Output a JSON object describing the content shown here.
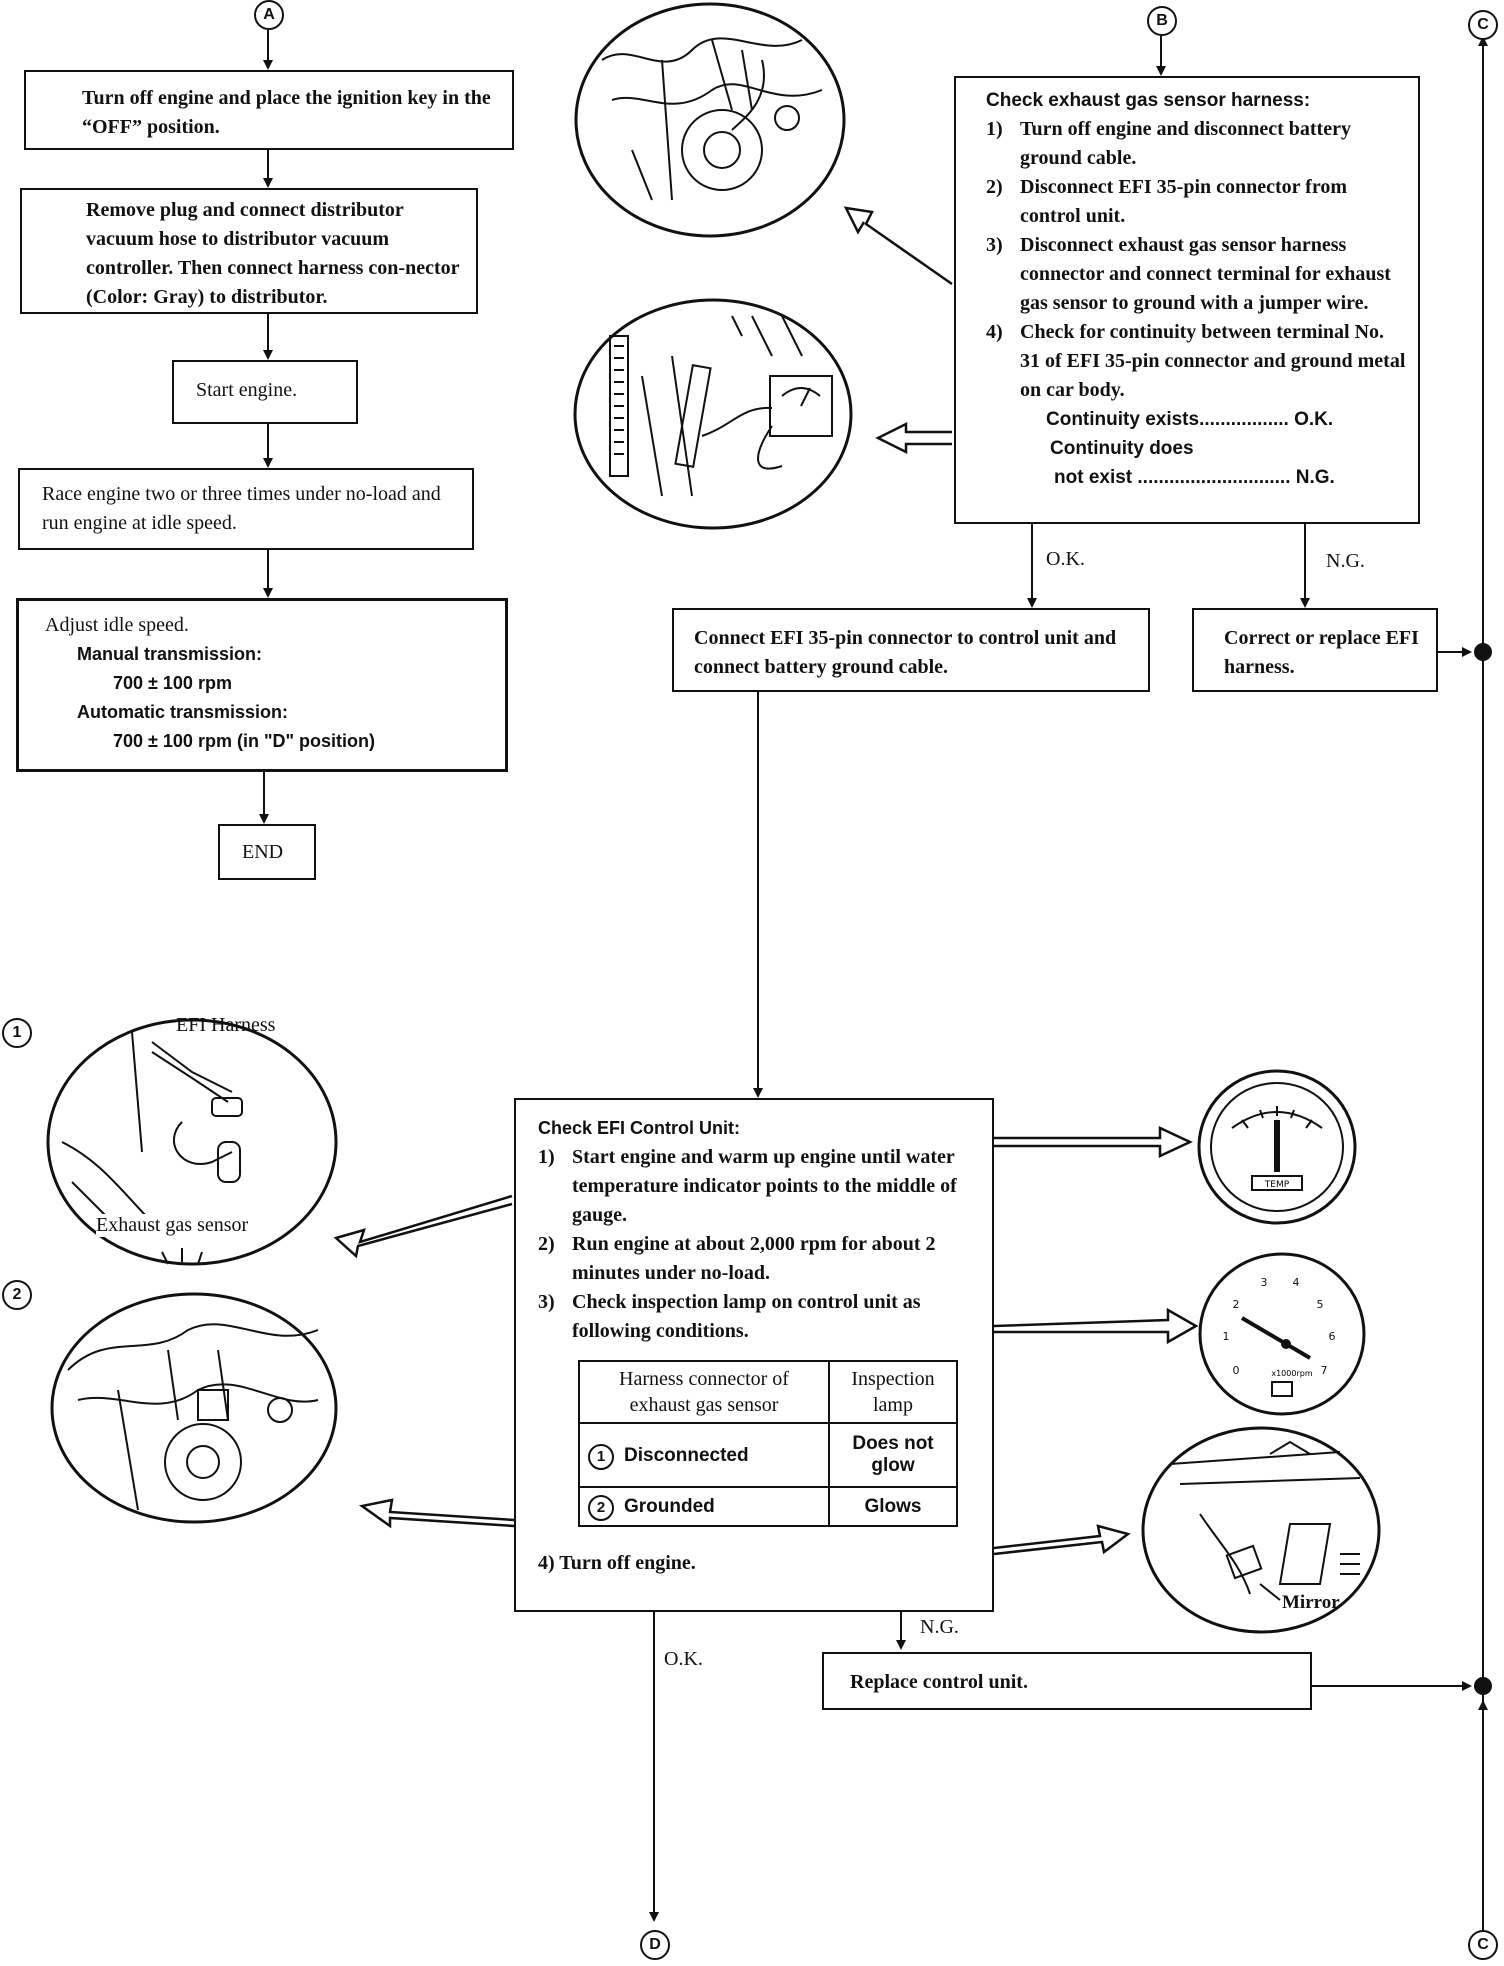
{
  "connectors": {
    "a": "A",
    "b": "B",
    "c": "C",
    "d": "D",
    "num1": "1",
    "num2": "2"
  },
  "left_flow": {
    "step1": "Turn off engine and place the ignition key in the “OFF” position.",
    "step2": "Remove plug and connect distributor vacuum hose to distributor vacuum controller. Then connect harness con-nector (Color: Gray) to distributor.",
    "step3": "Start engine.",
    "step4": "Race engine two or three times under no-load and run engine at idle speed.",
    "step5": {
      "title": "Adjust idle speed.",
      "manual_label": "Manual transmission:",
      "manual_value": "700 ± 100 rpm",
      "auto_label": "Automatic transmission:",
      "auto_value": "700 ± 100 rpm (in \"D\" position)"
    },
    "end": "END"
  },
  "harness_check": {
    "title": "Check exhaust gas sensor harness:",
    "items": [
      {
        "n": "1)",
        "text": "Turn off engine and disconnect battery ground cable."
      },
      {
        "n": "2)",
        "text": "Disconnect EFI 35-pin connector from control unit."
      },
      {
        "n": "3)",
        "text": "Disconnect exhaust gas sensor harness connector and connect terminal for exhaust gas sensor to ground with a jumper wire."
      },
      {
        "n": "4)",
        "text": "Check for continuity between terminal No. 31 of EFI 35-pin connector and ground metal on car body."
      }
    ],
    "result1": "Continuity exists................. O.K.",
    "result2a": "Continuity does",
    "result2b": "not exist ............................. N.G."
  },
  "branch_labels": {
    "ok1": "O.K.",
    "ng1": "N.G.",
    "ok2": "O.K.",
    "ng2": "N.G."
  },
  "connect_box": "Connect EFI 35-pin connector to control unit and connect battery ground cable.",
  "correct_box": "Correct or replace EFI harness.",
  "control_check": {
    "title": "Check EFI Control Unit:",
    "items": [
      {
        "n": "1)",
        "text": "Start engine and warm up engine until water temperature indicator points to the middle of gauge."
      },
      {
        "n": "2)",
        "text": "Run engine at about 2,000 rpm for about 2 minutes under no-load."
      },
      {
        "n": "3)",
        "text": "Check inspection lamp on control unit as following conditions."
      }
    ],
    "table": {
      "col1": "Harness connector of exhaust gas sensor",
      "col2": "Inspection lamp",
      "row1_state": "Disconnected",
      "row1_lamp": "Does not glow",
      "row2_state": "Grounded",
      "row2_lamp": "Glows"
    },
    "step4": "4) Turn off engine."
  },
  "replace_box": "Replace control unit.",
  "illustration_labels": {
    "efi_harness": "EFI Harness",
    "exhaust_sensor": "Exhaust gas sensor",
    "mirror": "Mirror",
    "temp": "TEMP",
    "rpm": "x1000rpm"
  }
}
